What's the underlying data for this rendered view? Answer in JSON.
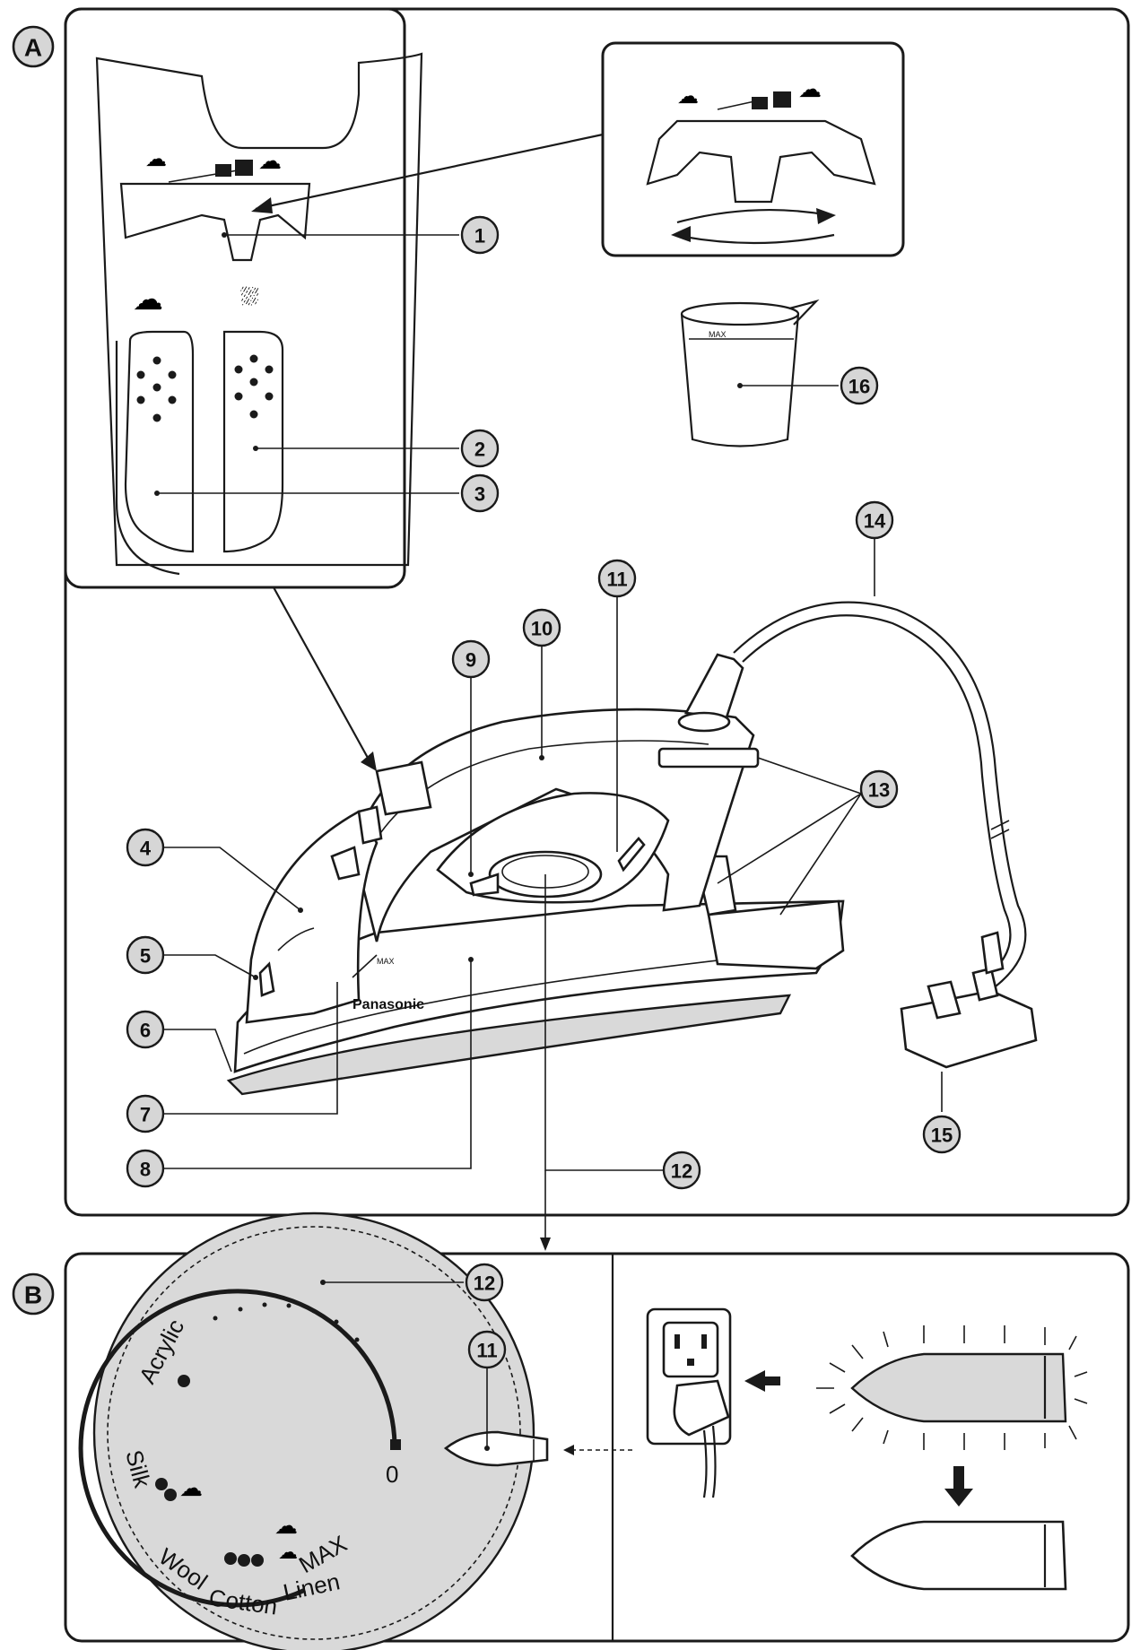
{
  "sections": {
    "a": "A",
    "b": "B"
  },
  "callouts": {
    "c1": "1",
    "c2": "2",
    "c3": "3",
    "c4": "4",
    "c5": "5",
    "c6": "6",
    "c7": "7",
    "c8": "8",
    "c9": "9",
    "c10": "10",
    "c11": "11",
    "c12": "12",
    "c13": "13",
    "c14": "14",
    "c15": "15",
    "c16": "16",
    "b11": "11",
    "b12": "12"
  },
  "iron": {
    "brand": "Panasonic",
    "max_mark": "MAX",
    "cup_max_mark": "MAX"
  },
  "dial": {
    "labels": {
      "acrylic": "Acrylic",
      "silk": "Silk",
      "wool": "Wool",
      "cotton": "Cotton",
      "linen": "Linen",
      "max": "MAX",
      "zero": "0"
    }
  },
  "colors": {
    "ink": "#1a1a1a",
    "callout_fill": "#d6d6d6",
    "hot_fill": "#d9d9d9"
  }
}
